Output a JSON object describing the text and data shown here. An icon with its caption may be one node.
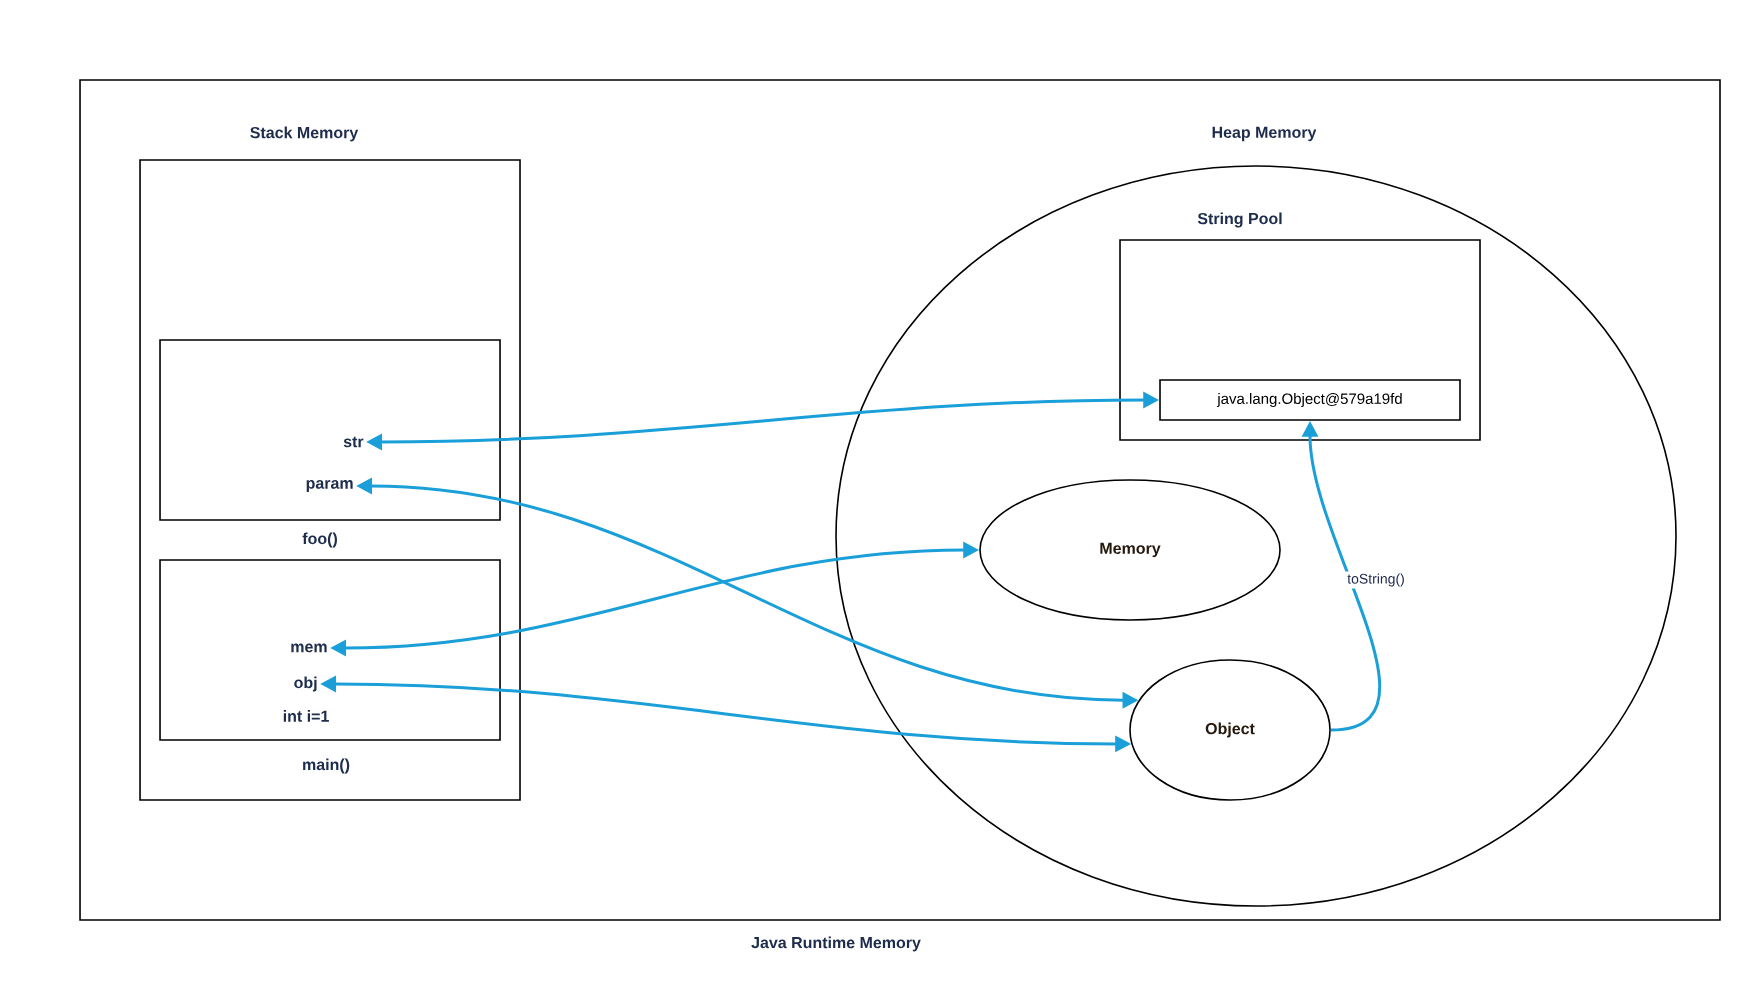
{
  "diagram": {
    "nodes": [
      {
        "text": [
          "Java Runtime Memory"
        ]
      },
      {
        "text": [
          "Stack Memory"
        ],
        "in": 0
      },
      {
        "text": [
          "foo()"
        ],
        "in": 1
      },
      {
        "text": [
          "str"
        ],
        "in": 2
      },
      {
        "text": [
          "param"
        ],
        "in": 2
      },
      {
        "text": [
          "main()"
        ],
        "in": 1
      },
      {
        "text": [
          "mem"
        ],
        "in": 5
      },
      {
        "text": [
          "obj"
        ],
        "in": 5
      },
      {
        "text": [
          "Heap Memory"
        ],
        "in": 0
      },
      {
        "text": [
          "String Pool"
        ],
        "in": 8
      },
      {
        "text": [
          "java.lang.Object@579a19fd"
        ],
        "in": 9
      },
      {
        "text": [
          "Memory"
        ],
        "in": 8
      },
      {
        "text": [
          "Object"
        ],
        "in": 8
      }
    ],
    "edges": [
      {
        "from": 3,
        "to": 10,
        "arrow": "both"
      },
      {
        "from": 4,
        "to": 12,
        "arrow": "both"
      },
      {
        "from": 6,
        "to": 11,
        "arrow": "both"
      },
      {
        "from": 7,
        "to": 12,
        "arrow": "both"
      },
      {
        "from": 12,
        "to": 10,
        "arrow": "to",
        "label": "toString()"
      }
    ],
    "labels": [
      "int i=1"
    ]
  }
}
